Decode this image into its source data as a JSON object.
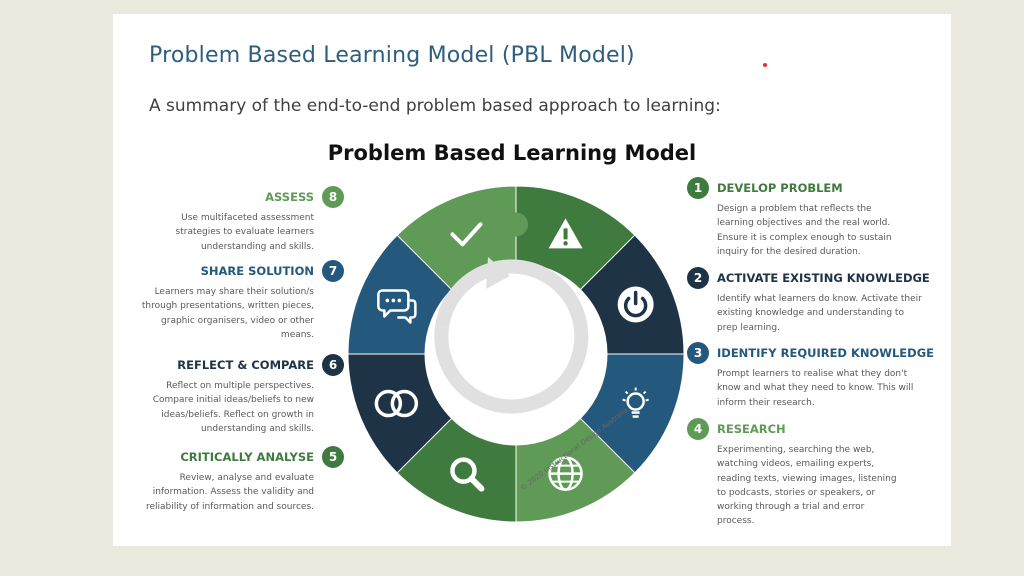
{
  "page": {
    "title": "Problem Based Learning Model (PBL Model)",
    "subtitle": "A summary of the end-to-end problem based approach to learning:"
  },
  "diagram": {
    "title": "Problem Based Learning Model",
    "copyright": "© 2020 Instructional Design Australia",
    "steps": [
      {
        "num": "1",
        "title": "DEVELOP PROBLEM",
        "desc": "Design a problem that reflects the learning objectives and the real world. Ensure it is complex enough to sustain inquiry for the desired duration.",
        "color": "#3f7a3f",
        "icon": "warning-icon"
      },
      {
        "num": "2",
        "title": "ACTIVATE EXISTING KNOWLEDGE",
        "desc": "Identify what learners do know. Activate their existing knowledge and understanding to prep learning.",
        "color": "#1e3346",
        "icon": "power-icon"
      },
      {
        "num": "3",
        "title": "IDENTIFY REQUIRED KNOWLEDGE",
        "desc": "Prompt learners to realise what they don't know and what they need to know. This will inform their research.",
        "color": "#25587d",
        "icon": "lightbulb-icon"
      },
      {
        "num": "4",
        "title": "RESEARCH",
        "desc": "Experimenting, searching the web, watching videos, emailing experts, reading texts, viewing images, listening to podcasts, stories or speakers, or working through a trial and error process.",
        "color": "#5f9a57",
        "icon": "globe-icon"
      },
      {
        "num": "5",
        "title": "CRITICALLY ANALYSE",
        "desc": "Review, analyse and evaluate information. Assess the validity and reliability of information and sources.",
        "color": "#3f7a3f",
        "icon": "search-icon"
      },
      {
        "num": "6",
        "title": "REFLECT & COMPARE",
        "desc": "Reflect on multiple perspectives. Compare initial ideas/beliefs to new ideas/beliefs. Reflect on growth in understanding and skills.",
        "color": "#1e3346",
        "icon": "rings-icon"
      },
      {
        "num": "7",
        "title": "SHARE SOLUTION",
        "desc": "Learners may share their solution/s through presentations, written pieces, graphic organisers, video or other means.",
        "color": "#25587d",
        "icon": "chat-icon"
      },
      {
        "num": "8",
        "title": "ASSESS",
        "desc": "Use multifaceted assessment strategies to evaluate learners understanding and skills.",
        "color": "#5f9a57",
        "icon": "check-icon"
      }
    ]
  }
}
